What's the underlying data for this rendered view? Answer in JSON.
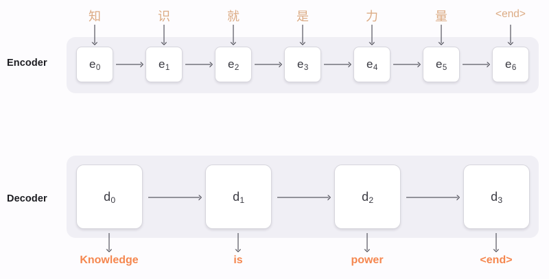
{
  "diagram": {
    "title": "Encoder-Decoder sequence-to-sequence diagram",
    "colors": {
      "page_background": "#fdfcfe",
      "band_background": "#f0eff5",
      "cell_background": "#ffffff",
      "cell_border": "#d7d6dd",
      "cell_text": "#3a3a42",
      "input_token": "#dcab84",
      "output_token": "#f5874f",
      "arrow": "#5a5a63",
      "section_label": "#1b1b20"
    }
  },
  "encoder": {
    "label": "Encoder",
    "cells": [
      {
        "base": "e",
        "sub": "0"
      },
      {
        "base": "e",
        "sub": "1"
      },
      {
        "base": "e",
        "sub": "2"
      },
      {
        "base": "e",
        "sub": "3"
      },
      {
        "base": "e",
        "sub": "4"
      },
      {
        "base": "e",
        "sub": "5"
      },
      {
        "base": "e",
        "sub": "6"
      }
    ],
    "input_tokens": [
      "知",
      "识",
      "就",
      "是",
      "力",
      "量",
      "<end>"
    ]
  },
  "decoder": {
    "label": "Decoder",
    "cells": [
      {
        "base": "d",
        "sub": "0"
      },
      {
        "base": "d",
        "sub": "1"
      },
      {
        "base": "d",
        "sub": "2"
      },
      {
        "base": "d",
        "sub": "3"
      }
    ],
    "output_tokens": [
      "Knowledge",
      "is",
      "power",
      "<end>"
    ]
  }
}
